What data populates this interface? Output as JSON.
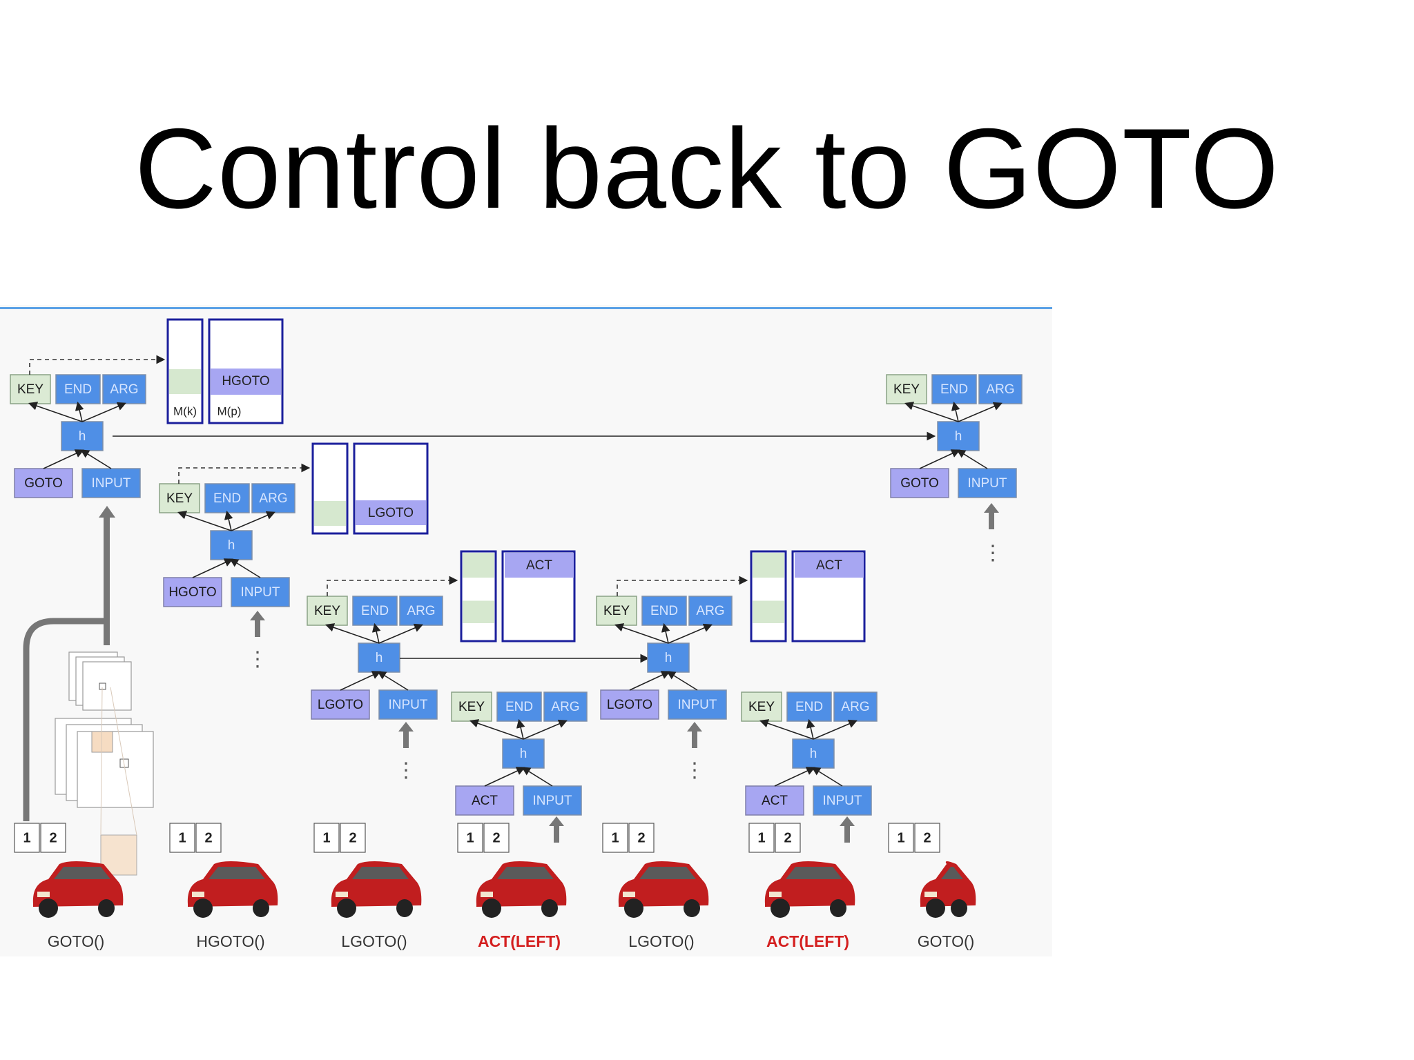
{
  "title": "Control back to GOTO",
  "labels": {
    "key": "KEY",
    "end": "END",
    "arg": "ARG",
    "h": "h",
    "input": "INPUT",
    "goto": "GOTO",
    "hgoto": "HGOTO",
    "lgoto": "LGOTO",
    "act": "ACT",
    "mk": "M(k)",
    "mp": "M(p)",
    "one": "1",
    "two": "2",
    "dots": "⋮"
  },
  "steps": [
    {
      "label": "GOTO()",
      "highlight": false
    },
    {
      "label": "HGOTO()",
      "highlight": false
    },
    {
      "label": "LGOTO()",
      "highlight": false
    },
    {
      "label": "ACT(LEFT)",
      "highlight": true
    },
    {
      "label": "LGOTO()",
      "highlight": false
    },
    {
      "label": "ACT(LEFT)",
      "highlight": true
    },
    {
      "label": "GOTO()",
      "highlight": false
    }
  ],
  "colors": {
    "highlight": "#d42020",
    "normal": "#333333",
    "key_box": "#dbead4",
    "blue_box": "#4f8fe6",
    "purple_box": "#a7a6f2",
    "memory_border": "#1b1f9c"
  }
}
